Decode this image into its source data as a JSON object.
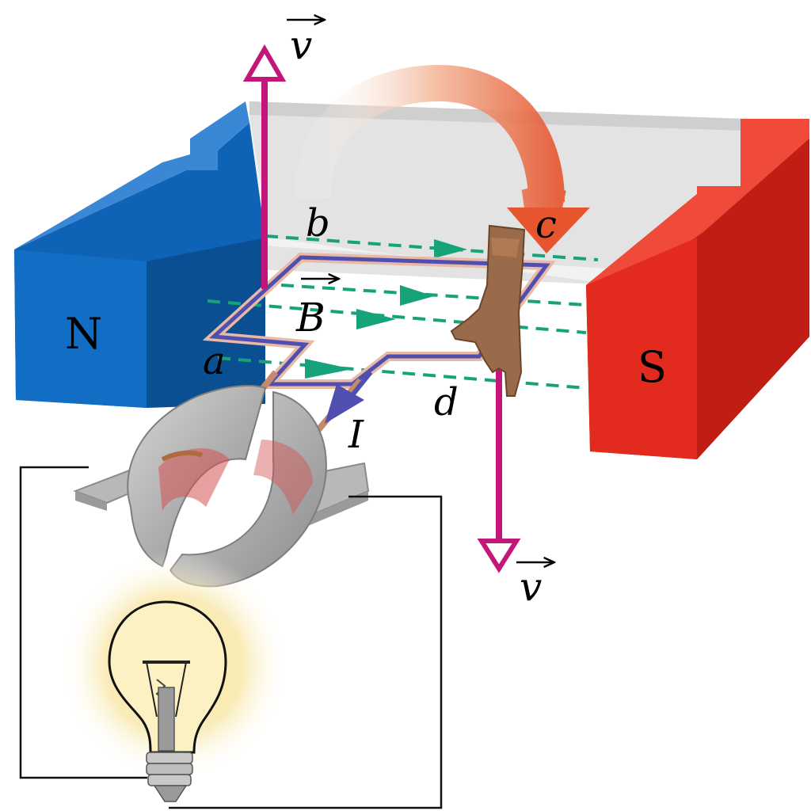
{
  "magnets": {
    "north": {
      "label": "N",
      "color": "#0f63b6"
    },
    "south": {
      "label": "S",
      "color": "#e02a1e"
    }
  },
  "labels": {
    "velocity_up": "v",
    "velocity_down": "v",
    "field": "B",
    "current": "I",
    "corner_a": "a",
    "corner_b": "b",
    "corner_c": "c",
    "corner_d": "d"
  },
  "colors": {
    "velocity_arrow": "#c4157a",
    "field_lines": "#16a37a",
    "coil_wire": "#4f4fb0",
    "rotation_arrow": "#e8603a",
    "bulb_glow": "#f6dd7a"
  },
  "icons": {
    "rotation": "curved-rotation-arrow-icon",
    "hand": "right-hand-icon",
    "bulb": "light-bulb-icon"
  }
}
